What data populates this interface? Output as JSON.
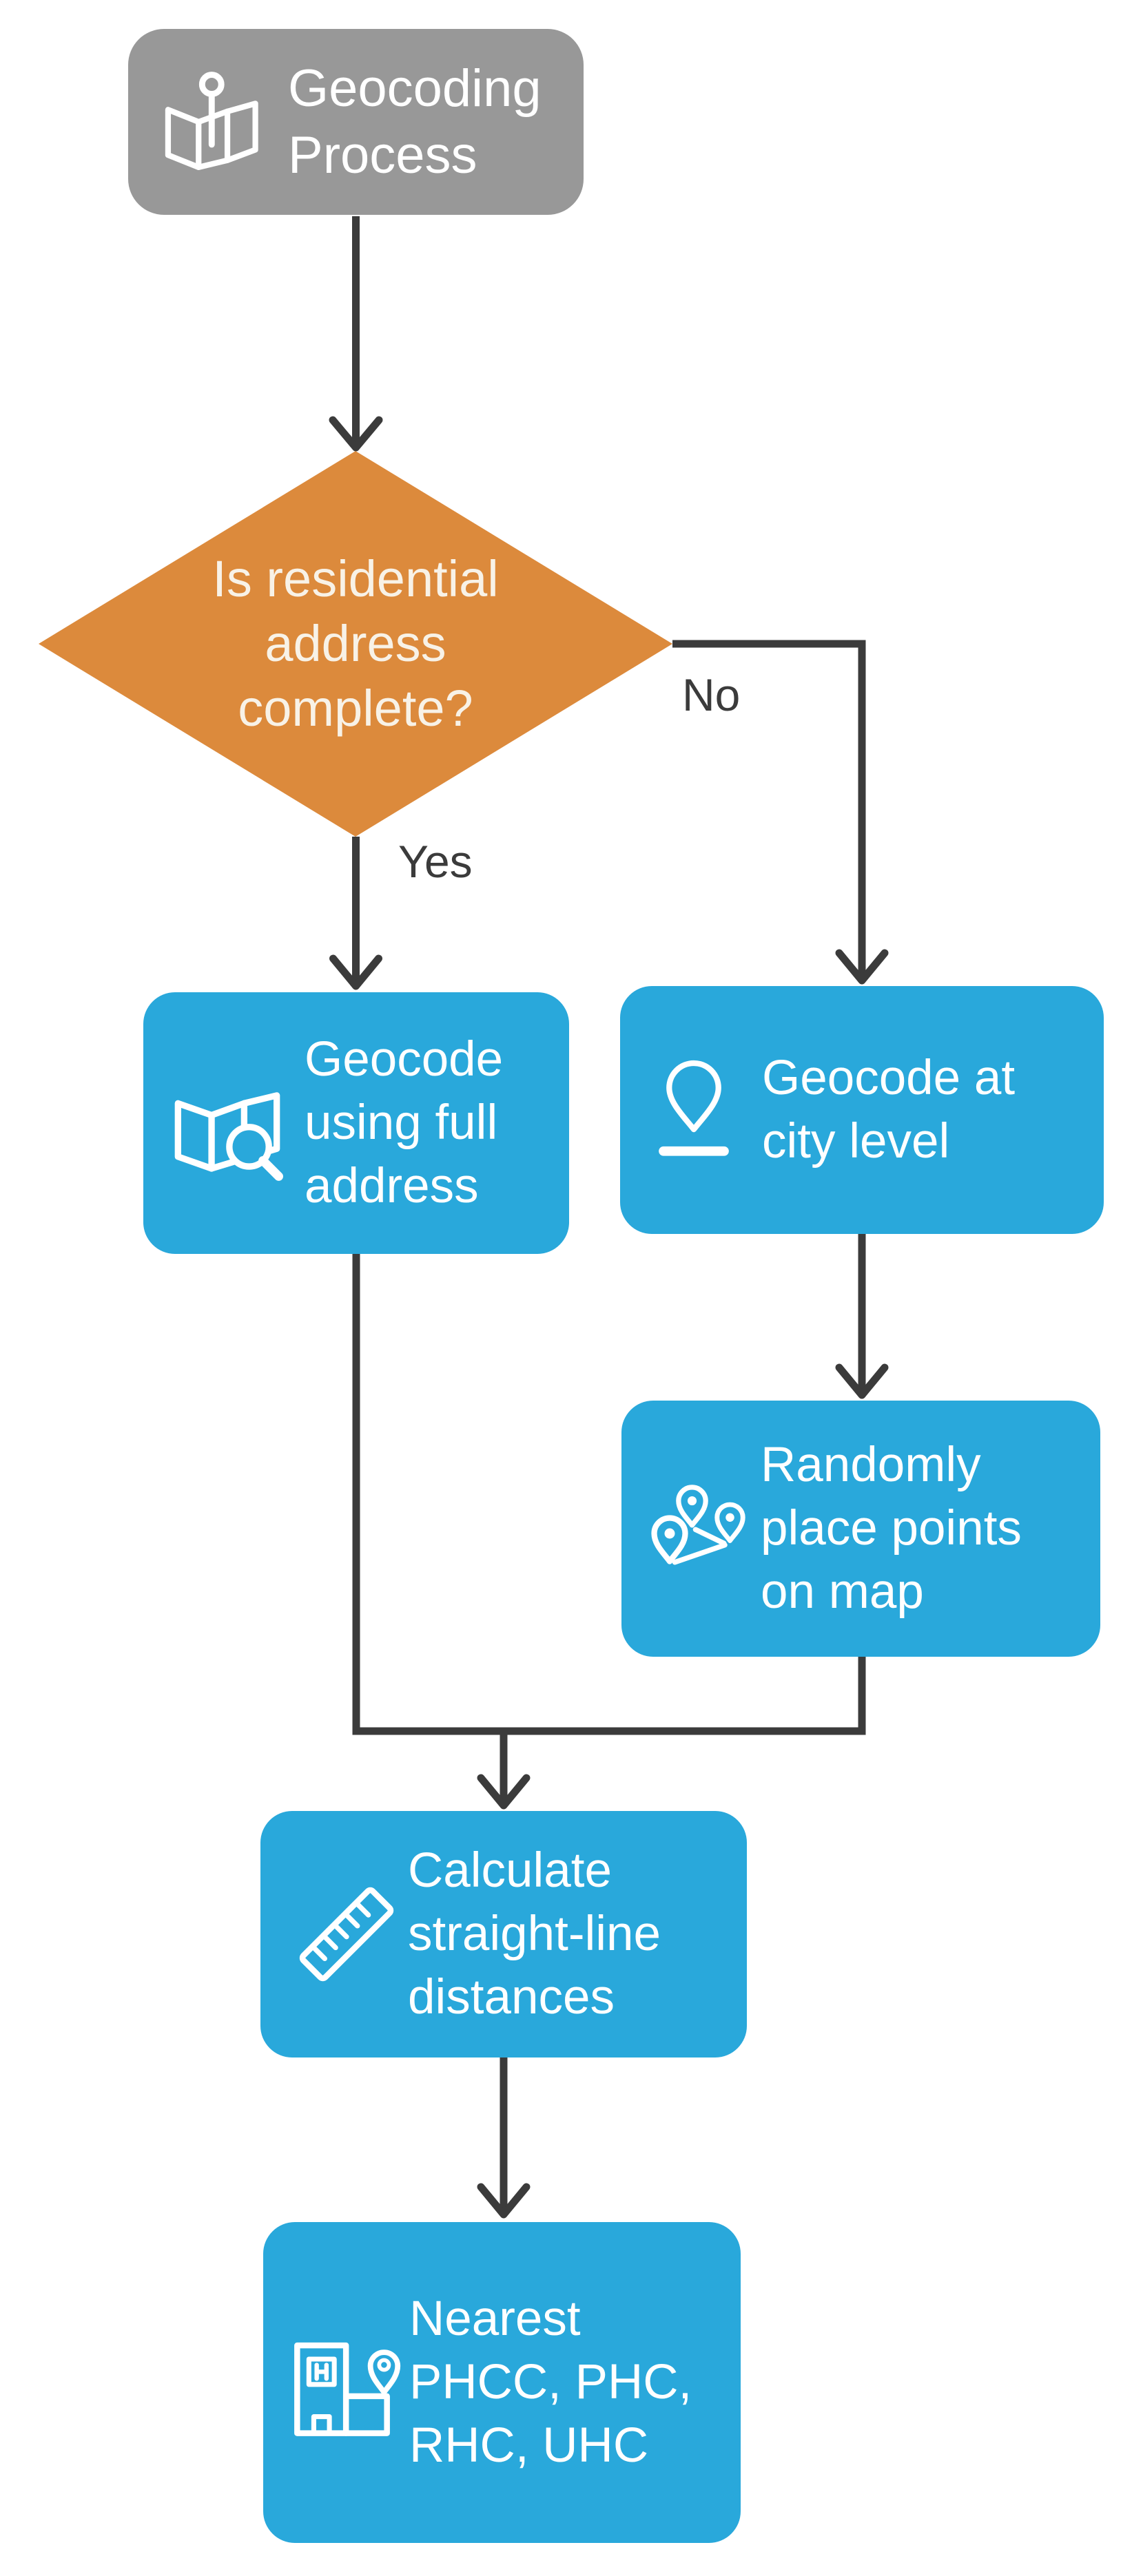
{
  "figure": {
    "type": "flowchart",
    "background": "#FFFFFF"
  },
  "palette": {
    "process_blue": "#29A8DB",
    "decision_orange": "#DC8A3C",
    "start_gray": "#989898",
    "connector_dark": "#3B3B3B",
    "node_text": "#FFFFFF",
    "diamond_text": "#F8F2E7"
  },
  "nodes": {
    "start": {
      "label": "Geocoding\nProcess",
      "shape": "rounded-rect",
      "color": "#989898",
      "icon": "map-pin-icon"
    },
    "decision": {
      "label": "Is residential\naddress\ncomplete?",
      "shape": "diamond",
      "color": "#DC8A3C"
    },
    "full_address": {
      "label": "Geocode\nusing full\naddress",
      "shape": "rounded-rect",
      "color": "#29A8DB",
      "icon": "map-search-icon"
    },
    "city_level": {
      "label": "Geocode at\ncity level",
      "shape": "rounded-rect",
      "color": "#29A8DB",
      "icon": "location-pin-icon"
    },
    "random_points": {
      "label": "Randomly\nplace points\non map",
      "shape": "rounded-rect",
      "color": "#29A8DB",
      "icon": "scatter-pins-icon"
    },
    "distances": {
      "label": "Calculate\nstraight-line\ndistances",
      "shape": "rounded-rect",
      "color": "#29A8DB",
      "icon": "ruler-icon"
    },
    "nearest": {
      "label": "Nearest\nPHCC, PHC,\nRHC, UHC",
      "shape": "rounded-rect",
      "color": "#29A8DB",
      "icon": "hospital-pin-icon"
    }
  },
  "edges": {
    "yes_label": "Yes",
    "no_label": "No",
    "list": [
      {
        "from": "start",
        "to": "decision",
        "label": ""
      },
      {
        "from": "decision",
        "to": "full_address",
        "label": "Yes"
      },
      {
        "from": "decision",
        "to": "city_level",
        "label": "No"
      },
      {
        "from": "city_level",
        "to": "random_points",
        "label": ""
      },
      {
        "from": "full_address",
        "to": "distances",
        "label": ""
      },
      {
        "from": "random_points",
        "to": "distances",
        "label": ""
      },
      {
        "from": "distances",
        "to": "nearest",
        "label": ""
      }
    ]
  }
}
